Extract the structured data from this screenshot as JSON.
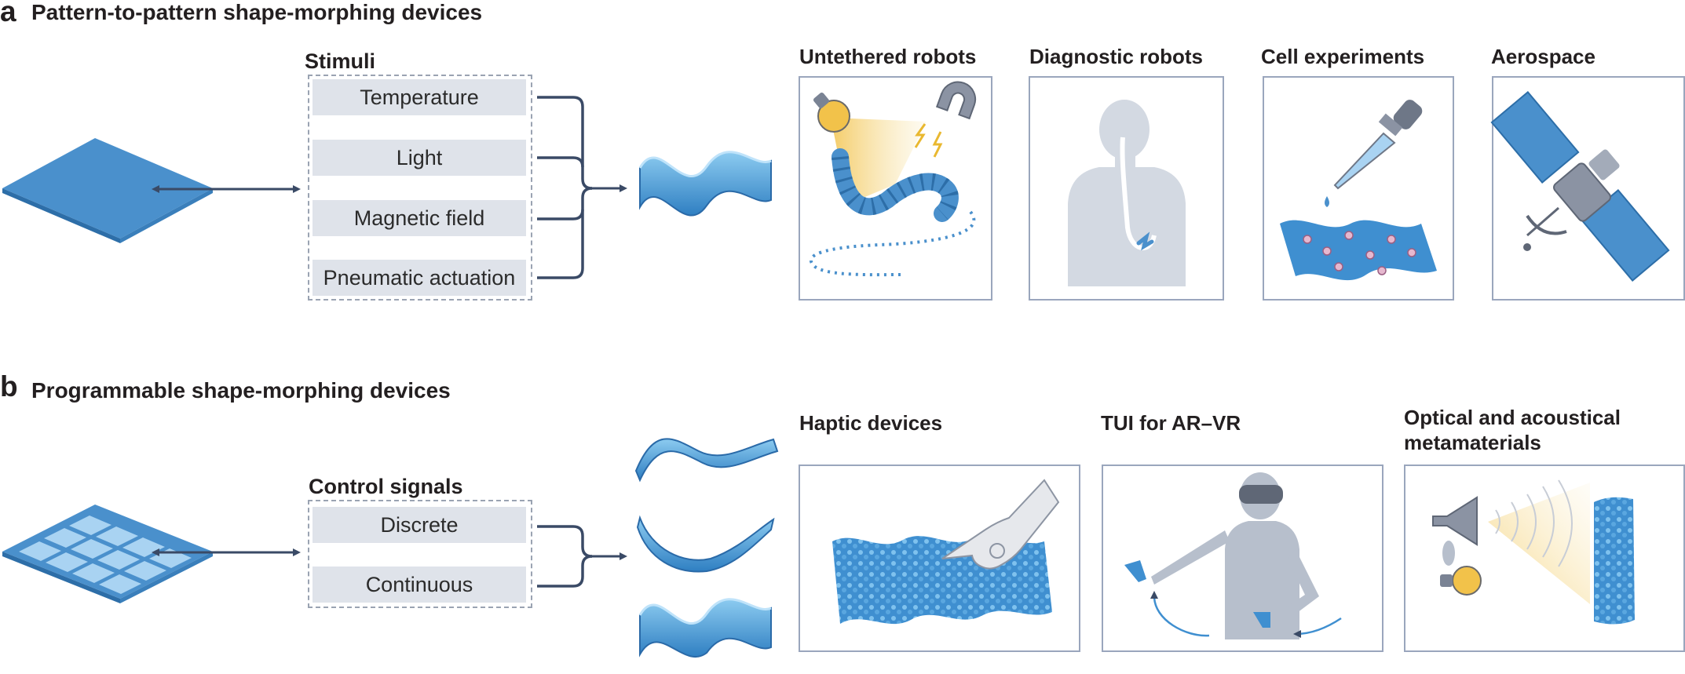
{
  "panel_a": {
    "letter": "a",
    "title": "Pattern-to-pattern shape-morphing devices",
    "group_title": "Stimuli",
    "stimuli": [
      "Temperature",
      "Light",
      "Magnetic field",
      "Pneumatic actuation"
    ],
    "applications": [
      "Untethered robots",
      "Diagnostic robots",
      "Cell experiments",
      "Aerospace"
    ]
  },
  "panel_b": {
    "letter": "b",
    "title": "Programmable shape-morphing devices",
    "group_title": "Control signals",
    "signals": [
      "Discrete",
      "Continuous"
    ],
    "applications": [
      "Haptic devices",
      "TUI for AR–VR"
    ],
    "application_3_line1": "Optical and acoustical",
    "application_3_line2": "metamaterials"
  },
  "colors": {
    "sheet_blue": "#4a90cc",
    "light_blue": "#a9d3f2",
    "arrow": "#3a4a66",
    "box_fill": "#dfe3ea",
    "silhouette": "#d3d9e2",
    "bulb": "#f2c24a"
  }
}
